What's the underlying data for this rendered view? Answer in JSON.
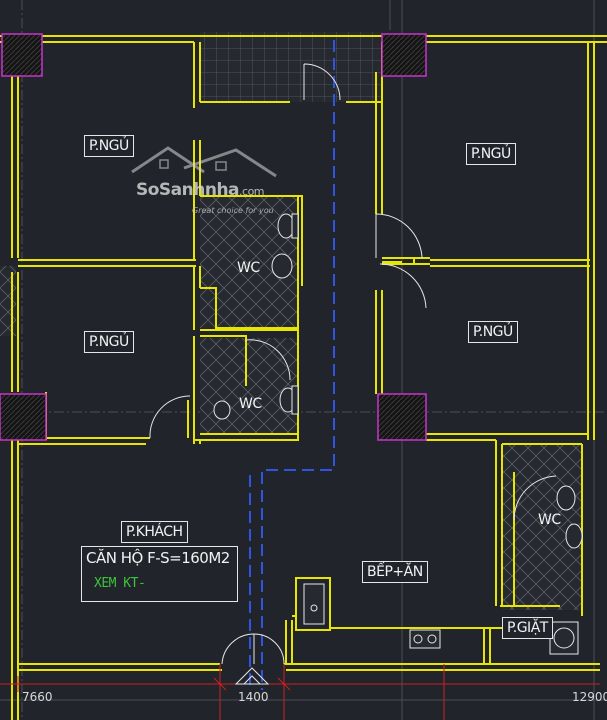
{
  "rooms": {
    "bed_top_left": "P.NGỦ",
    "bed_top_right": "P.NGỦ",
    "bed_mid_left": "P.NGỦ",
    "bed_mid_right": "P.NGỦ",
    "wc_1": "WC",
    "wc_2": "WC",
    "wc_3": "WC",
    "living": "P.KHÁCH",
    "kitchen": "BẾP+ĂN",
    "laundry": "P.GIẶT"
  },
  "apartment": {
    "title": "CĂN HỘ F-S=160M2",
    "note": "XEM KT-"
  },
  "dimensions": {
    "left": "7660",
    "center": "1400",
    "right": "12900"
  },
  "watermark": {
    "brand_main": "SoSanhnha",
    "brand_suffix": ".com",
    "tagline": "Great choice for you"
  },
  "colors": {
    "background": "#21252b",
    "wall": "#e6e600",
    "column": "#cc33cc",
    "axis": "#4a4d55",
    "blue_dashed": "#2f54e0",
    "red_dim": "#d02020",
    "text_green": "#3cc43c"
  }
}
